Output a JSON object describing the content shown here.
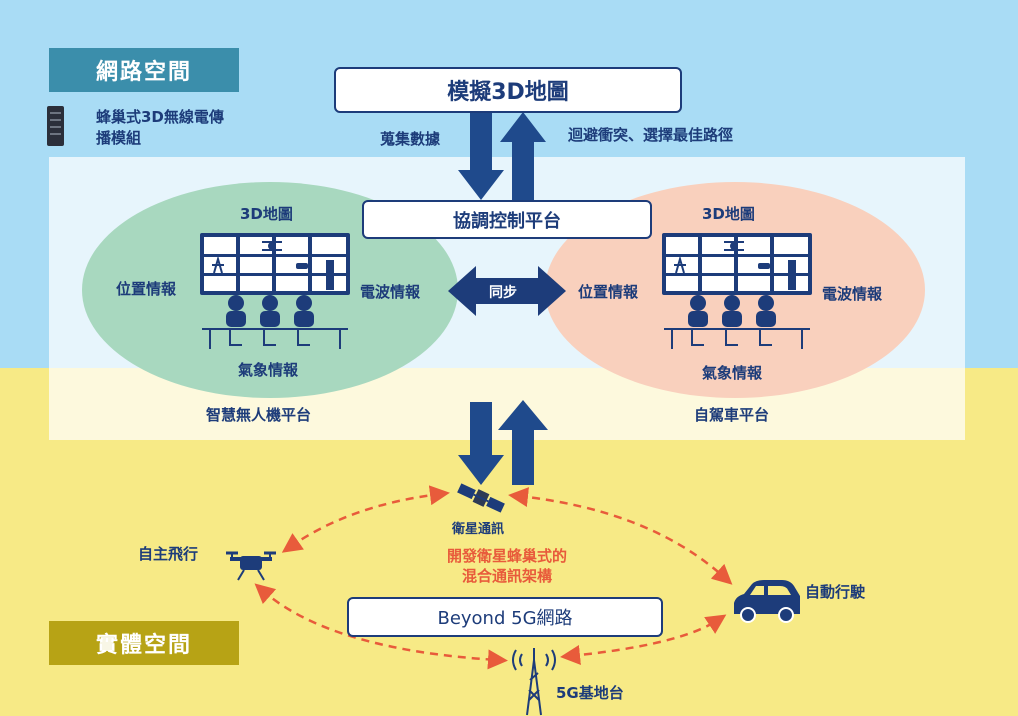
{
  "cyber_space_label": "網路空間",
  "physical_space_label": "實體空間",
  "module_label_line1": "蜂巢式3D無線電傳",
  "module_label_line2": "播模組",
  "simulated_map": "模擬3D地圖",
  "collect_data": "蒐集數據",
  "avoid_route": "迴避衝突、選擇最佳路徑",
  "coordination_platform": "協調控制平台",
  "left_platform": {
    "map": "3D地圖",
    "position": "位置情報",
    "radio": "電波情報",
    "weather": "氣象情報",
    "name": "智慧無人機平台"
  },
  "right_platform": {
    "map": "3D地圖",
    "position": "位置情報",
    "radio": "電波情報",
    "weather": "氣象情報",
    "name": "自駕車平台"
  },
  "sync": "同步",
  "satellite": "衛星通訊",
  "hybrid_line1": "開發衛星蜂巢式的",
  "hybrid_line2": "混合通訊架構",
  "autonomous_flight": "自主飛行",
  "autonomous_driving": "自動行駛",
  "beyond5g": "Beyond 5G網路",
  "base_station": "5G基地台",
  "colors": {
    "navy": "#1d3c7a",
    "arrow_blue": "#1f4a8c",
    "green_ellipse": "#a8d8bf",
    "pink_ellipse": "#f9d0bd",
    "dashed_orange": "#e85b3b"
  }
}
